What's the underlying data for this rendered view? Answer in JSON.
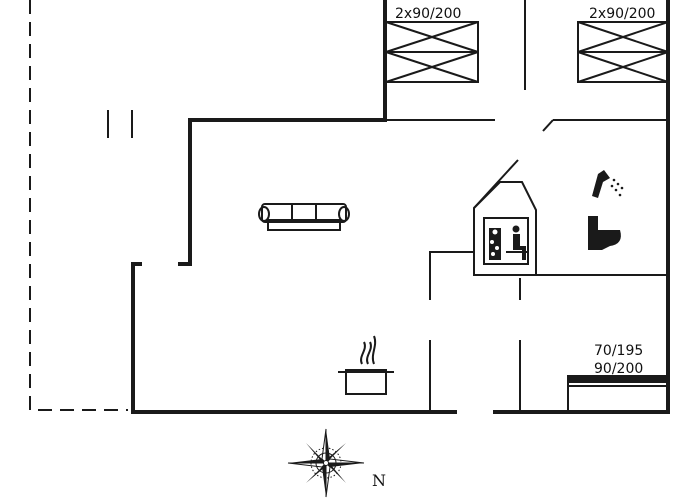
{
  "labels": {
    "bedroom_left_bed": "2x90/200",
    "bedroom_right_bed": "2x90/200",
    "small_room_bed_1": "70/195",
    "small_room_bed_2": "90/200"
  },
  "compass": {
    "north_label": "N"
  },
  "icons": [
    "bed-icon",
    "sofa-icon",
    "cooking-pot-icon",
    "sauna-icon",
    "shower-icon",
    "toilet-icon",
    "compass-rose-icon"
  ],
  "colors": {
    "wall": "#1a1a1a",
    "background": "#ffffff"
  }
}
